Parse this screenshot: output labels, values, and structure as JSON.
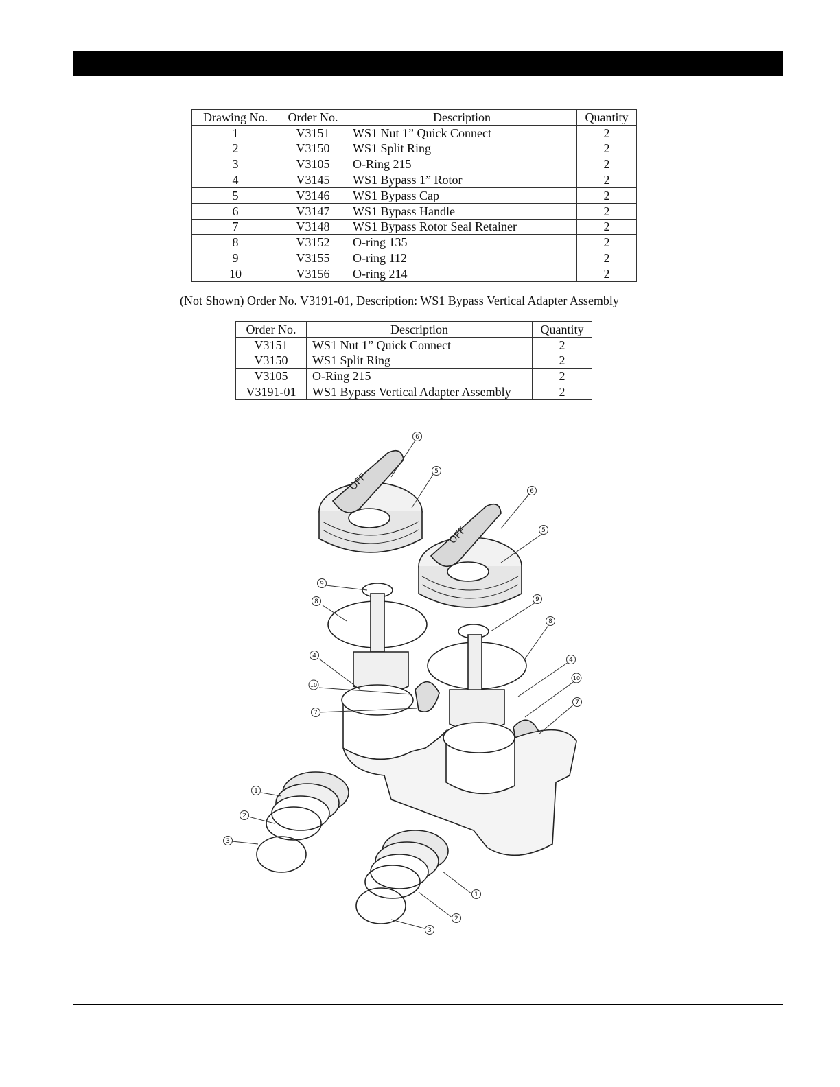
{
  "main_table": {
    "headers": [
      "Drawing No.",
      "Order No.",
      "Description",
      "Quantity"
    ],
    "rows": [
      [
        "1",
        "V3151",
        "WS1 Nut 1” Quick Connect",
        "2"
      ],
      [
        "2",
        "V3150",
        "WS1 Split Ring",
        "2"
      ],
      [
        "3",
        "V3105",
        "O-Ring 215",
        "2"
      ],
      [
        "4",
        "V3145",
        "WS1 Bypass 1” Rotor",
        "2"
      ],
      [
        "5",
        "V3146",
        "WS1 Bypass Cap",
        "2"
      ],
      [
        "6",
        "V3147",
        "WS1 Bypass Handle",
        "2"
      ],
      [
        "7",
        "V3148",
        "WS1 Bypass Rotor Seal Retainer",
        "2"
      ],
      [
        "8",
        "V3152",
        "O-ring 135",
        "2"
      ],
      [
        "9",
        "V3155",
        "O-ring 112",
        "2"
      ],
      [
        "10",
        "V3156",
        "O-ring 214",
        "2"
      ]
    ]
  },
  "note": "(Not Shown) Order No. V3191-01, Description: WS1 Bypass Vertical Adapter Assembly",
  "not_shown_table": {
    "headers": [
      "Order No.",
      "Description",
      "Quantity"
    ],
    "rows": [
      [
        "V3151",
        "WS1 Nut 1” Quick Connect",
        "2"
      ],
      [
        "V3150",
        "WS1 Split Ring",
        "2"
      ],
      [
        "V3105",
        "O-Ring 215",
        "2"
      ],
      [
        "V3191-01",
        "WS1 Bypass Vertical Adapter Assembly",
        "2"
      ]
    ]
  },
  "drawing": {
    "handle_text": "OFF",
    "callouts": [
      "6",
      "5",
      "6",
      "5",
      "9",
      "8",
      "9",
      "8",
      "4",
      "10",
      "7",
      "4",
      "10",
      "7",
      "1",
      "2",
      "3",
      "1",
      "2",
      "3"
    ]
  }
}
